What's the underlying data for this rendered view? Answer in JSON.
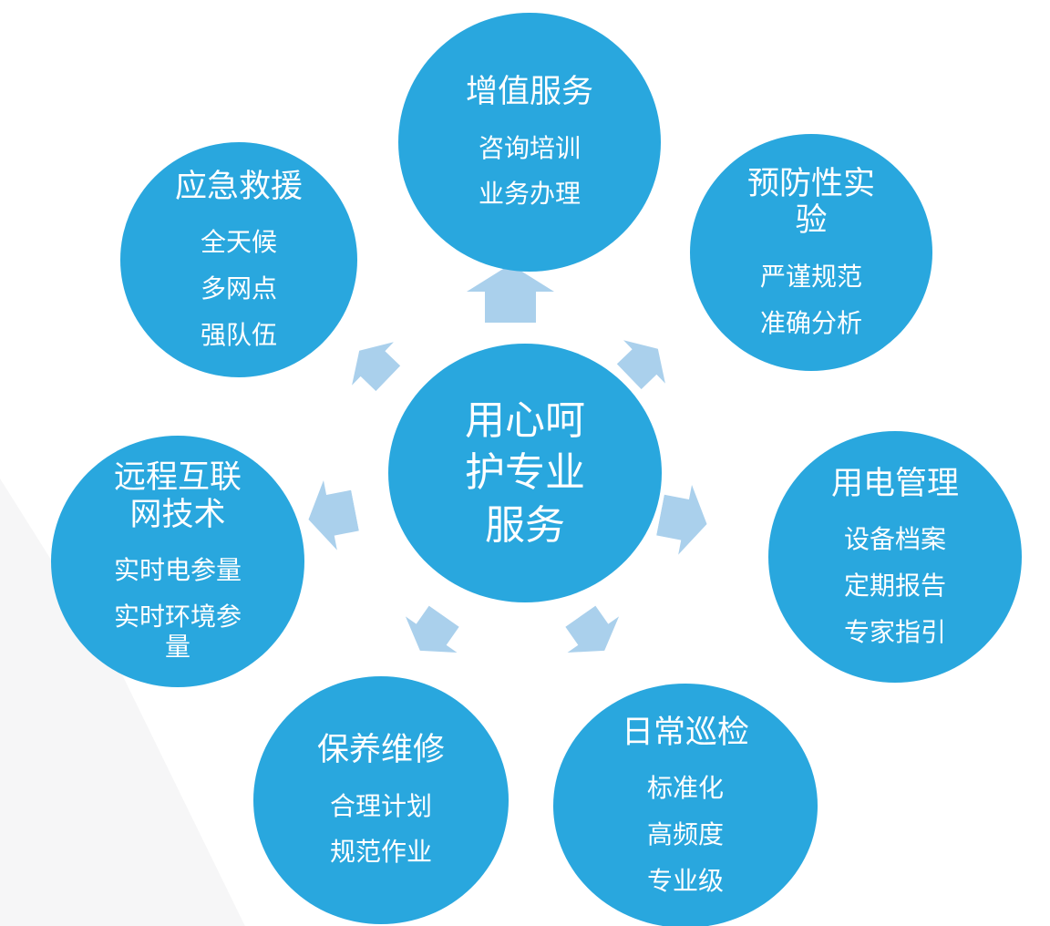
{
  "diagram": {
    "center": {
      "title": "用心呵护专业服务",
      "lines": [
        "用心呵",
        "护专业",
        "服务"
      ]
    },
    "nodes": [
      {
        "id": "value-added-services",
        "position": "top",
        "title": "增值服务",
        "items": [
          "咨询培训",
          "业务办理"
        ]
      },
      {
        "id": "emergency-rescue",
        "position": "top-left",
        "title": "应急救援",
        "items": [
          "全天候",
          "多网点",
          "强队伍"
        ]
      },
      {
        "id": "preventive-testing",
        "position": "top-right",
        "title": "预防性实验",
        "items": [
          "严谨规范",
          "准确分析"
        ]
      },
      {
        "id": "remote-internet-tech",
        "position": "left",
        "title": "远程互联网技术",
        "items": [
          "实时电参量",
          "实时环境参量"
        ]
      },
      {
        "id": "power-management",
        "position": "right",
        "title": "用电管理",
        "items": [
          "设备档案",
          "定期报告",
          "专家指引"
        ]
      },
      {
        "id": "maintenance-repair",
        "position": "bottom-left",
        "title": "保养维修",
        "items": [
          "合理计划",
          "规范作业"
        ]
      },
      {
        "id": "daily-inspection",
        "position": "bottom-right",
        "title": "日常巡检",
        "items": [
          "标准化",
          "高频度",
          "专业级"
        ]
      }
    ],
    "arrows": [
      "up",
      "up-left",
      "up-right",
      "left",
      "right",
      "down-left",
      "down-right"
    ],
    "colors": {
      "circle_fill": "#29a7de",
      "arrow_fill": "#aad0ec",
      "text": "#ffffff",
      "corner_wedge": "#f6f6f7"
    }
  }
}
